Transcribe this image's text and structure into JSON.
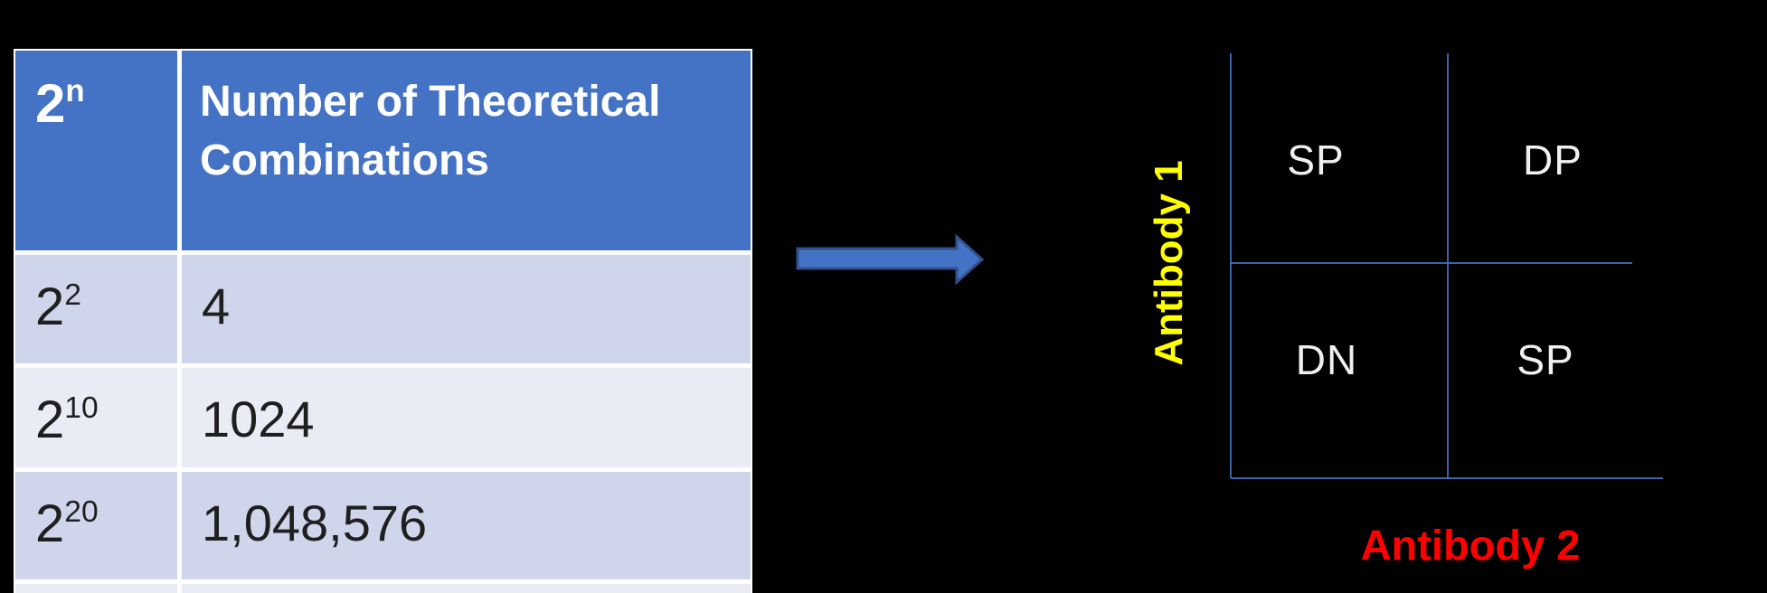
{
  "table": {
    "header": {
      "col1_base": "2",
      "col1_sup": "n",
      "col2": "Number of Theoretical Combinations"
    },
    "rows": [
      {
        "base": "2",
        "exp": "2",
        "value": "4"
      },
      {
        "base": "2",
        "exp": "10",
        "value": "1024"
      },
      {
        "base": "2",
        "exp": "20",
        "value": "1,048,576"
      }
    ]
  },
  "quadrant": {
    "y_axis_label": "Antibody 1",
    "x_axis_label": "Antibody 2",
    "cells": {
      "top_left": "SP",
      "top_right": "DP",
      "bottom_left": "DN",
      "bottom_right": "SP"
    }
  },
  "colors": {
    "background": "#000000",
    "table_header_blue": "#4472C4",
    "table_band_dark": "#CFD5EA",
    "table_band_light": "#E9EBF5",
    "table_border_white": "#FFFFFF",
    "arrow_fill": "#4472C4",
    "arrow_outline": "#2F528F",
    "quadrant_line_blue": "#4472C4",
    "quadrant_text": "#F0F0F0",
    "antibody1_yellow": "#FFFF00",
    "antibody2_red": "#FF0000"
  }
}
